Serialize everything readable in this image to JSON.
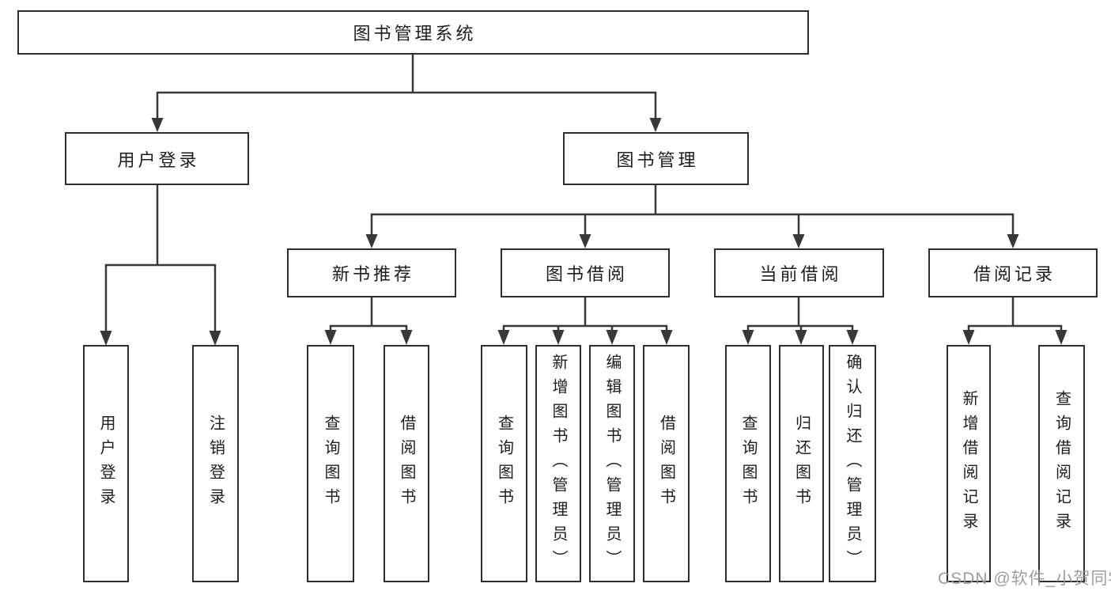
{
  "page": {
    "background": "#ffffff"
  },
  "colors": {
    "line": "#383838",
    "box_border": "#2d2d2d",
    "text": "#1d1d1d",
    "watermark": "#969696"
  },
  "watermark": {
    "text": "CSDN @软件_小贺同学"
  },
  "diagram": {
    "root": "图书管理系统",
    "branches": [
      {
        "label": "用户登录",
        "children": [
          "用户登录",
          "注销登录"
        ]
      },
      {
        "label": "图书管理",
        "groups": [
          {
            "label": "新书推荐",
            "children": [
              "查询图书",
              "借阅图书"
            ]
          },
          {
            "label": "图书借阅",
            "children": [
              "查询图书",
              "新增图书（管理员）",
              "编辑图书（管理员）",
              "借阅图书"
            ]
          },
          {
            "label": "当前借阅",
            "children": [
              "查询图书",
              "归还图书",
              "确认归还（管理员）"
            ]
          },
          {
            "label": "借阅记录",
            "children": [
              "新增借阅记录",
              "查询借阅记录"
            ]
          }
        ]
      }
    ]
  }
}
